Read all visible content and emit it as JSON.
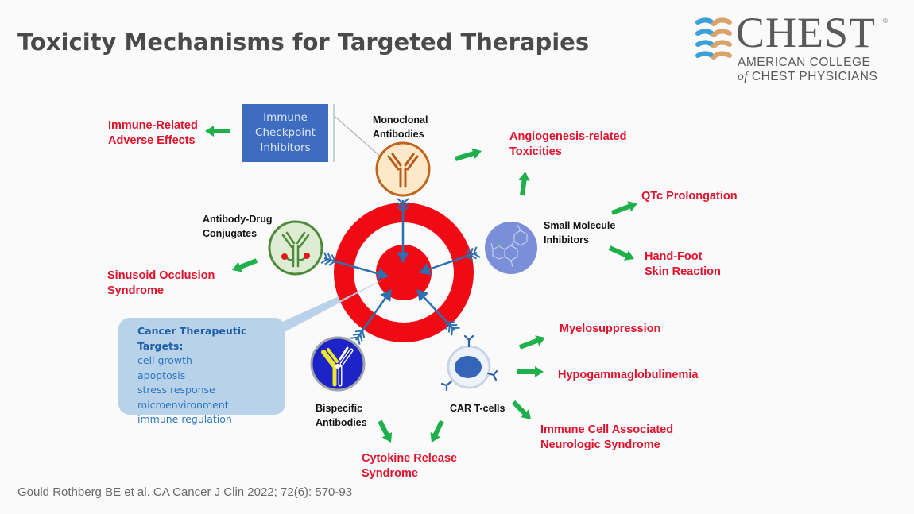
{
  "slide": {
    "title": "Toxicity Mechanisms for Targeted Therapies",
    "citation": "Gould Rothberg BE et al. CA Cancer J Clin 2022; 72(6): 570-93"
  },
  "logo": {
    "brand": "CHEST",
    "registered": "®",
    "line1": "AMERICAN COLLEGE",
    "line2_italic": "of",
    "line2_rest": " CHEST PHYSICIANS",
    "colors": {
      "blue": "#3aa0d8",
      "tan": "#d9a46a",
      "text": "#5a5a5a"
    }
  },
  "agents": {
    "immune_checkpoint_inhibitors": [
      "Immune",
      "Checkpoint",
      "Inhibitors"
    ],
    "monoclonal_antibodies": [
      "Monoclonal",
      "Antibodies"
    ],
    "antibody_drug_conjugates": [
      "Antibody-Drug",
      "Conjugates"
    ],
    "small_molecule_inhibitors": [
      "Small Molecule",
      "Inhibitors"
    ],
    "bispecific_antibodies": [
      "Bispecific",
      "Antibodies"
    ],
    "car_t_cells": [
      "CAR T-cells"
    ]
  },
  "toxicities": {
    "immune_related": [
      "Immune-Related",
      "Adverse Effects"
    ],
    "angiogenesis": [
      "Angiogenesis-related",
      "Toxicities"
    ],
    "qtc": [
      "QTc Prolongation"
    ],
    "hand_foot": [
      "Hand-Foot",
      "Skin Reaction"
    ],
    "sinusoid": [
      "Sinusoid Occlusion",
      "Syndrome"
    ],
    "myelosuppression": [
      "Myelosuppression"
    ],
    "hypogamma": [
      "Hypogammaglobulinemia"
    ],
    "icans": [
      "Immune Cell Associated",
      "Neurologic Syndrome"
    ],
    "crs": [
      "Cytokine Release",
      "Syndrome"
    ]
  },
  "targets_callout": {
    "heading": "Cancer Therapeutic Targets:",
    "items": [
      "cell growth",
      "apoptosis",
      "stress response",
      "microenvironment",
      "immune regulation"
    ]
  },
  "colors": {
    "toxicity_red": "#e0112b",
    "arrow_green": "#1fb04b",
    "target_red": "#f00a14",
    "dart_blue": "#2e6fb0",
    "ici_box": "#3d6cc0",
    "callout_bg": "#b8d2ea"
  }
}
